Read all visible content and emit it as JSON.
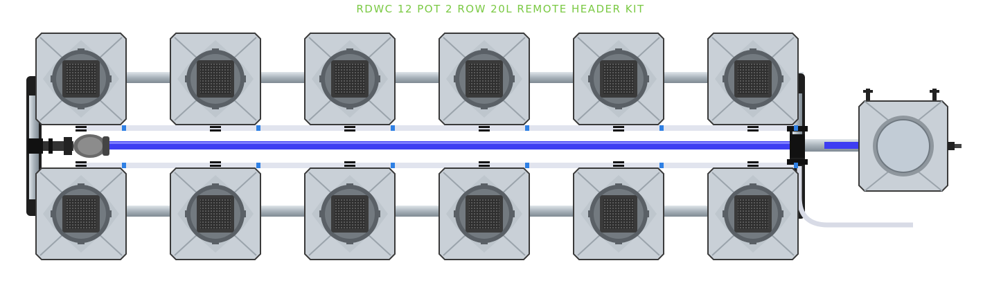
{
  "title": "RDWC 12 POT 2 ROW 20L REMOTE HEADER KIT",
  "layout": {
    "rows": 2,
    "pots_per_row": 6,
    "pot_count": 12
  },
  "colors": {
    "title": "#7ac943",
    "pot_body": "#c9d0d7",
    "pot_outline": "#3a3a3a",
    "net_pot": "#4a4a4a",
    "pipe": "#a9b3bb",
    "feed_hose": "#3d3df2",
    "return_hose": "#e1e4ee",
    "fitting": "#1a1a1a",
    "pump": "#555555",
    "clip": "#2f80e4"
  }
}
